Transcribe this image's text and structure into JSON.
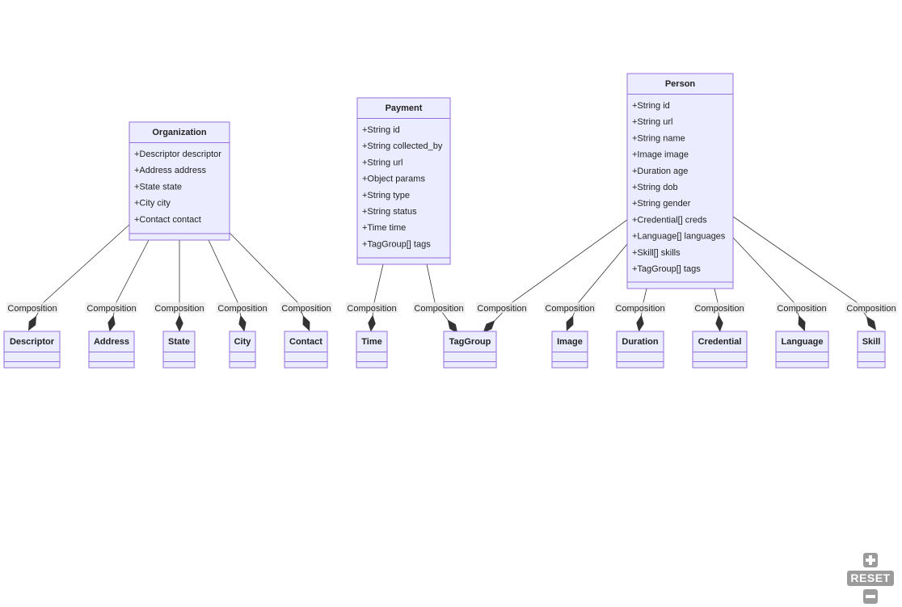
{
  "diagram": {
    "classes": [
      {
        "id": "Organization",
        "name": "Organization",
        "members": [
          "+Descriptor descriptor",
          "+Address address",
          "+State state",
          "+City city",
          "+Contact contact"
        ]
      },
      {
        "id": "Payment",
        "name": "Payment",
        "members": [
          "+String id",
          "+String collected_by",
          "+String url",
          "+Object params",
          "+String type",
          "+String status",
          "+Time time",
          "+TagGroup[] tags"
        ]
      },
      {
        "id": "Person",
        "name": "Person",
        "members": [
          "+String id",
          "+String url",
          "+String name",
          "+Image image",
          "+Duration age",
          "+String dob",
          "+String gender",
          "+Credential[] creds",
          "+Language[] languages",
          "+Skill[] skills",
          "+TagGroup[] tags"
        ]
      },
      {
        "id": "Descriptor",
        "name": "Descriptor",
        "members": []
      },
      {
        "id": "Address",
        "name": "Address",
        "members": []
      },
      {
        "id": "State",
        "name": "State",
        "members": []
      },
      {
        "id": "City",
        "name": "City",
        "members": []
      },
      {
        "id": "Contact",
        "name": "Contact",
        "members": []
      },
      {
        "id": "Time",
        "name": "Time",
        "members": []
      },
      {
        "id": "TagGroup",
        "name": "TagGroup",
        "members": []
      },
      {
        "id": "Image",
        "name": "Image",
        "members": []
      },
      {
        "id": "Duration",
        "name": "Duration",
        "members": []
      },
      {
        "id": "Credential",
        "name": "Credential",
        "members": []
      },
      {
        "id": "Language",
        "name": "Language",
        "members": []
      },
      {
        "id": "Skill",
        "name": "Skill",
        "members": []
      }
    ],
    "relations": [
      {
        "from": "Organization",
        "to": "Descriptor",
        "label": "Composition"
      },
      {
        "from": "Organization",
        "to": "Address",
        "label": "Composition"
      },
      {
        "from": "Organization",
        "to": "State",
        "label": "Composition"
      },
      {
        "from": "Organization",
        "to": "City",
        "label": "Composition"
      },
      {
        "from": "Organization",
        "to": "Contact",
        "label": "Composition"
      },
      {
        "from": "Payment",
        "to": "Time",
        "label": "Composition"
      },
      {
        "from": "Payment",
        "to": "TagGroup",
        "label": "Composition"
      },
      {
        "from": "Person",
        "to": "TagGroup",
        "label": "Composition"
      },
      {
        "from": "Person",
        "to": "Image",
        "label": "Composition"
      },
      {
        "from": "Person",
        "to": "Duration",
        "label": "Composition"
      },
      {
        "from": "Person",
        "to": "Credential",
        "label": "Composition"
      },
      {
        "from": "Person",
        "to": "Language",
        "label": "Composition"
      },
      {
        "from": "Person",
        "to": "Skill",
        "label": "Composition"
      }
    ],
    "colors": {
      "class_fill": "#ECECFF",
      "class_stroke": "#9370DB",
      "edge": "#333333",
      "label_bg": "#e8e8e8"
    }
  },
  "controls": {
    "zoom_in_icon": "plus-icon",
    "reset_label": "RESET",
    "zoom_out_icon": "minus-icon"
  }
}
